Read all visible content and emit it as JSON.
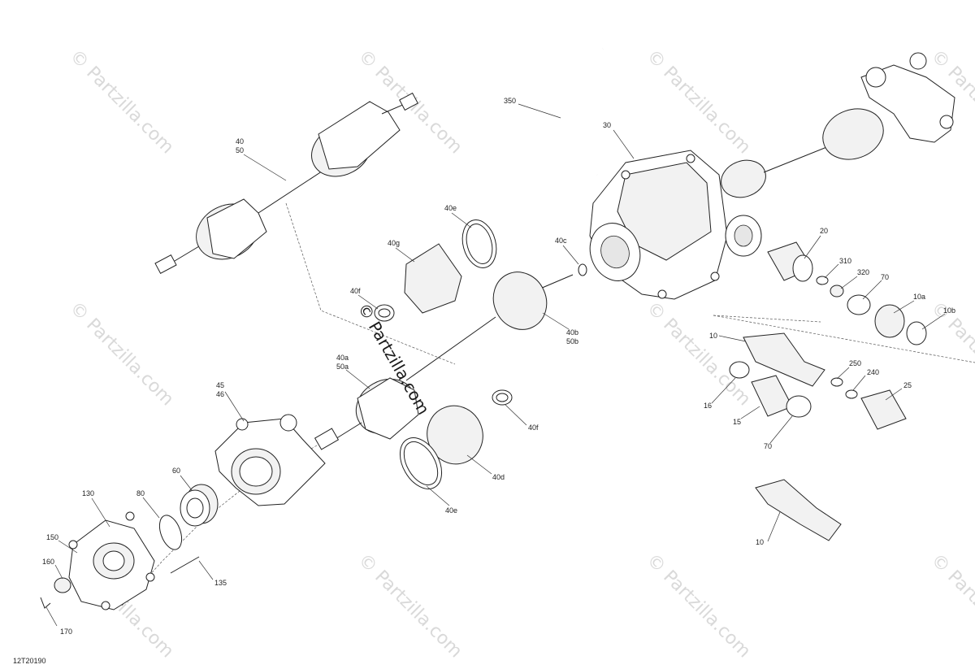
{
  "watermark": {
    "repeated": "© Partzilla.com",
    "center": "© Partzilla.com"
  },
  "diagram_code": "12T20190",
  "callouts": {
    "c350": "350",
    "c30": "30",
    "c40": "40",
    "c50": "50",
    "c40e_top": "40e",
    "c40g": "40g",
    "c40c": "40c",
    "c40f_top": "40f",
    "c40b": "40b",
    "c50b": "50b",
    "c40a": "40a",
    "c50a": "50a",
    "c20": "20",
    "c310": "310",
    "c320": "320",
    "c70_top": "70",
    "c10a": "10a",
    "c10b": "10b",
    "c10_mid": "10",
    "c250": "250",
    "c240": "240",
    "c25": "25",
    "c16": "16",
    "c15": "15",
    "c70_bot": "70",
    "c10_bot": "10",
    "c45": "45",
    "c46": "46",
    "c40f_bot": "40f",
    "c40d": "40d",
    "c40e_bot": "40e",
    "c60": "60",
    "c80": "80",
    "c130": "130",
    "c150": "150",
    "c160": "160",
    "c135": "135",
    "c170": "170"
  }
}
